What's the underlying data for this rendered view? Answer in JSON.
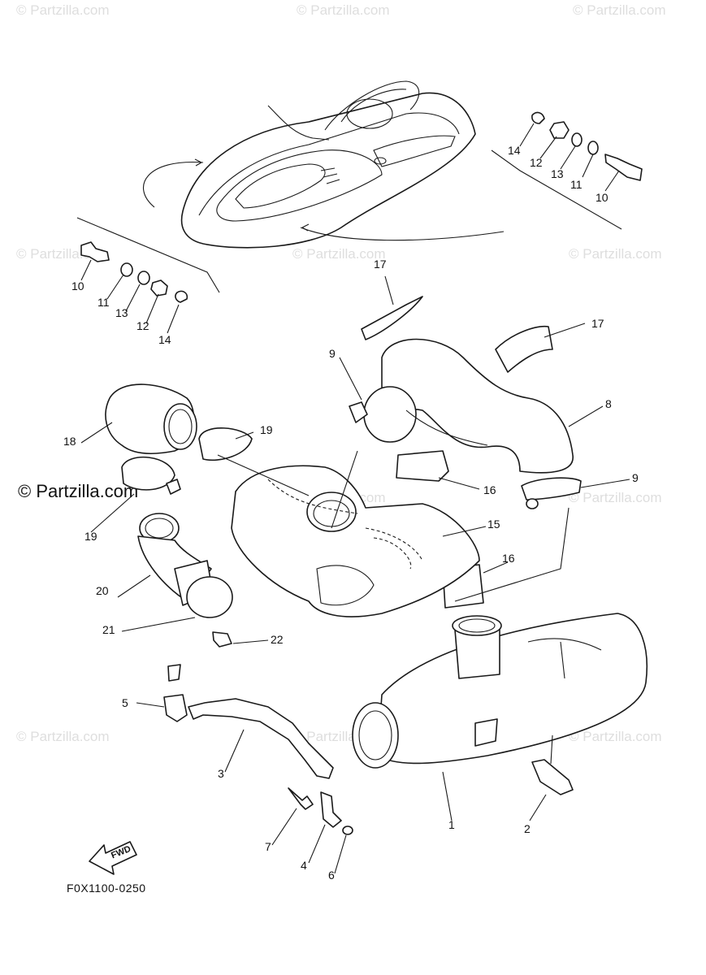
{
  "watermark": "© Partzilla.com",
  "brand_label": "© Partzilla.com",
  "diagram_code": "F0X1100-0250",
  "fwd_label": "FWD",
  "callouts": {
    "c1": "1",
    "c2": "2",
    "c3": "3",
    "c4": "4",
    "c5": "5",
    "c6": "6",
    "c7": "7",
    "c8": "8",
    "c9a": "9",
    "c9b": "9",
    "c10a": "10",
    "c11a": "11",
    "c12a": "12",
    "c13a": "13",
    "c14a": "14",
    "c10b": "10",
    "c11b": "11",
    "c12b": "12",
    "c13b": "13",
    "c14b": "14",
    "c15": "15",
    "c16a": "16",
    "c16b": "16",
    "c17a": "17",
    "c17b": "17",
    "c18": "18",
    "c19a": "19",
    "c19b": "19",
    "c20": "20",
    "c21": "21",
    "c22": "22"
  }
}
